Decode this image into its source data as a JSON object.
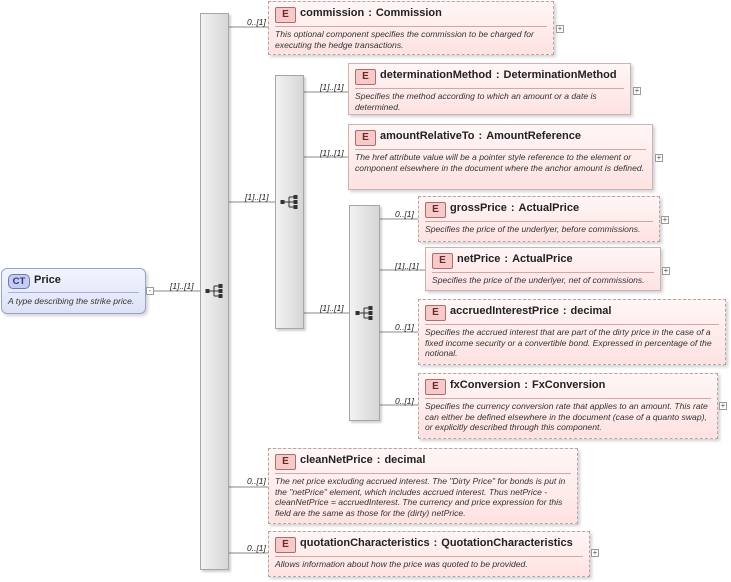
{
  "root": {
    "badge": "CT",
    "name": "Price",
    "description": "A type describing the strike price.",
    "cardinality": "[1]..[1]"
  },
  "sequences": {
    "main": {
      "icon": "sequence-icon"
    },
    "sub1": {
      "icon": "sequence-icon",
      "cardinality": "[1]..[1]"
    },
    "sub2": {
      "icon": "sequence-icon",
      "cardinality": "[1]..[1]"
    }
  },
  "elements": [
    {
      "id": "commission",
      "badge": "E",
      "name": "commission",
      "type": "Commission",
      "cardinality": "0..[1]",
      "optional": true,
      "description": "This optional component specifies the commission to be charged for executing the hedge transactions."
    },
    {
      "id": "determinationMethod",
      "badge": "E",
      "name": "determinationMethod",
      "type": "DeterminationMethod",
      "cardinality": "[1]..[1]",
      "optional": false,
      "description": "Specifies the method according to which an amount or a date is determined."
    },
    {
      "id": "amountRelativeTo",
      "badge": "E",
      "name": "amountRelativeTo",
      "type": "AmountReference",
      "cardinality": "[1]..[1]",
      "optional": false,
      "description": "The href attribute value will be a pointer style reference to the element or component elsewhere in the document where the anchor amount is defined."
    },
    {
      "id": "grossPrice",
      "badge": "E",
      "name": "grossPrice",
      "type": "ActualPrice",
      "cardinality": "0..[1]",
      "optional": true,
      "description": "Specifies the price of the underlyer, before commissions."
    },
    {
      "id": "netPrice",
      "badge": "E",
      "name": "netPrice",
      "type": "ActualPrice",
      "cardinality": "[1]..[1]",
      "optional": false,
      "description": "Specifies the price of the underlyer, net of commissions."
    },
    {
      "id": "accruedInterestPrice",
      "badge": "E",
      "name": "accruedInterestPrice",
      "type": "decimal",
      "cardinality": "0..[1]",
      "optional": true,
      "description": "Specifies the accrued interest that are part of the dirty price in the case of a fixed income security or a convertible bond. Expressed in percentage of the notional."
    },
    {
      "id": "fxConversion",
      "badge": "E",
      "name": "fxConversion",
      "type": "FxConversion",
      "cardinality": "0..[1]",
      "optional": true,
      "description": "Specifies the currency conversion rate that applies to an amount. This rate can either be defined elsewhere in the document (case of a quanto swap), or explicitly described through this component."
    },
    {
      "id": "cleanNetPrice",
      "badge": "E",
      "name": "cleanNetPrice",
      "type": "decimal",
      "cardinality": "0..[1]",
      "optional": true,
      "description": "The net price excluding accrued interest. The \"Dirty Price\" for bonds is put in the \"netPrice\" element, which includes accrued interest. Thus netPrice - cleanNetPrice = accruedInterest. The currency and price expression for this field are the same as those for the (dirty) netPrice."
    },
    {
      "id": "quotationCharacteristics",
      "badge": "E",
      "name": "quotationCharacteristics",
      "type": "QuotationCharacteristics",
      "cardinality": "0..[1]",
      "optional": true,
      "description": "Allows information about how the price was quoted to be provided."
    }
  ],
  "icons": {
    "expand": "plus-icon",
    "collapse": "minus-icon"
  },
  "labels": {
    "expand": "+",
    "collapse": "-"
  }
}
